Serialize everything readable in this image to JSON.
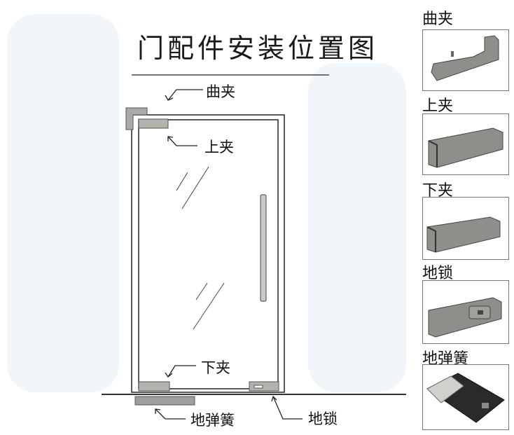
{
  "title": "门配件安装位置图",
  "diagram_labels": {
    "curved_clamp": "曲夹",
    "top_clamp": "上夹",
    "bottom_clamp": "下夹",
    "floor_spring": "地弹簧",
    "floor_lock": "地锁"
  },
  "products": [
    {
      "label": "曲夹",
      "icon": "curved-clamp-photo"
    },
    {
      "label": "上夹",
      "icon": "top-clamp-photo"
    },
    {
      "label": "下夹",
      "icon": "bottom-clamp-photo"
    },
    {
      "label": "地锁",
      "icon": "floor-lock-photo"
    },
    {
      "label": "地弹簧",
      "icon": "floor-spring-photo"
    }
  ],
  "colors": {
    "fitting": "#a9a9a5",
    "line": "#222222",
    "bg_blob": "#f1f6fb"
  }
}
